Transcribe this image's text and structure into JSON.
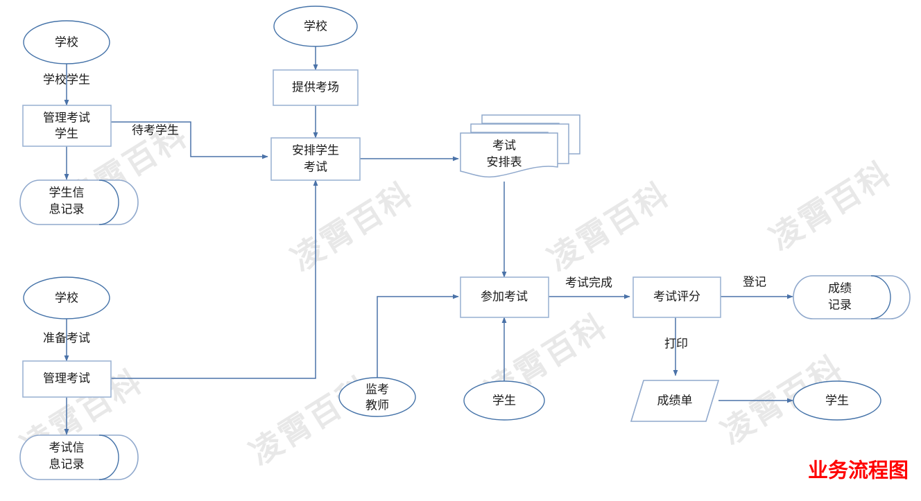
{
  "title": "业务流程图",
  "watermark": "凌霄百科",
  "colors": {
    "box_stroke": "#9db4d4",
    "ellipse_stroke": "#4472a8",
    "link": "#4a72a8",
    "title": "#ff0000",
    "watermark": "#e8e8e8",
    "background": "#ffffff"
  },
  "nodes": {
    "school_top_left": {
      "label": "学校",
      "shape": "ellipse"
    },
    "manage_exam_students": {
      "label_line1": "管理考试",
      "label_line2": "学生",
      "shape": "process"
    },
    "student_info_record": {
      "label_line1": "学生信",
      "label_line2": "息记录",
      "shape": "data-store"
    },
    "school_top_mid": {
      "label": "学校",
      "shape": "ellipse"
    },
    "provide_exam_room": {
      "label": "提供考场",
      "shape": "process"
    },
    "arrange_student_exam": {
      "label_line1": "安排学生",
      "label_line2": "考试",
      "shape": "process"
    },
    "exam_schedule_table": {
      "label_line1": "考试",
      "label_line2": "安排表",
      "shape": "multi-document"
    },
    "school_bottom_left": {
      "label": "学校",
      "shape": "ellipse"
    },
    "manage_exam": {
      "label": "管理考试",
      "shape": "process"
    },
    "exam_info_record": {
      "label_line1": "考试信",
      "label_line2": "息记录",
      "shape": "data-store"
    },
    "proctor_teacher": {
      "label_line1": "监考",
      "label_line2": "教师",
      "shape": "ellipse"
    },
    "take_exam": {
      "label": "参加考试",
      "shape": "process"
    },
    "student_mid": {
      "label": "学生",
      "shape": "ellipse"
    },
    "exam_grading": {
      "label": "考试评分",
      "shape": "process"
    },
    "score_record": {
      "label_line1": "成绩",
      "label_line2": "记录",
      "shape": "data-store"
    },
    "report_card": {
      "label": "成绩单",
      "shape": "parallelogram"
    },
    "student_right": {
      "label": "学生",
      "shape": "ellipse"
    }
  },
  "edges": {
    "school_students": "学校学生",
    "pending_students": "待考学生",
    "prepare_exam": "准备考试",
    "exam_complete": "考试完成",
    "register": "登记",
    "print": "打印"
  }
}
